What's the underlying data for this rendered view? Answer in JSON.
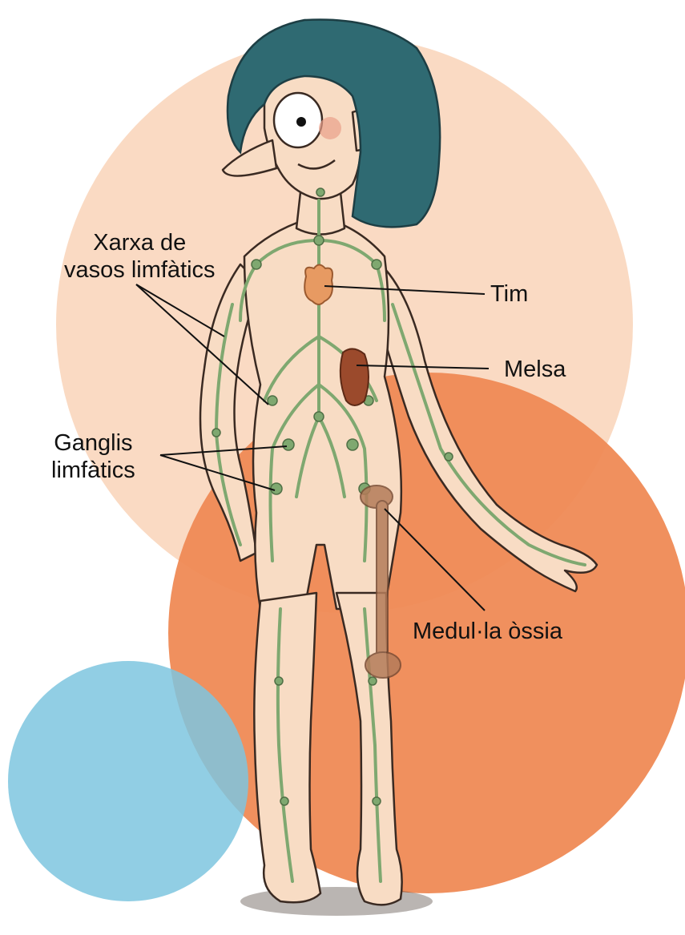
{
  "labels": {
    "lymph_vessels": {
      "line1": "Xarxa de",
      "line2": "vasos limfàtics"
    },
    "lymph_nodes": {
      "line1": "Ganglis",
      "line2": "limfàtics"
    },
    "thymus": "Tim",
    "spleen": "Melsa",
    "bone_marrow": "Medul·la òssia"
  },
  "colors": {
    "background_circle_large": "#f9d6bd",
    "background_circle_orange": "#ef8a55",
    "background_circle_blue": "#7ec6df",
    "skin": "#f8dcc4",
    "hair": "#2f6a72",
    "lymph": "#7fa870",
    "thymus": "#e79a62",
    "spleen": "#9b4a2c",
    "bone": "#b57c5a",
    "outline": "#3a2a22"
  }
}
